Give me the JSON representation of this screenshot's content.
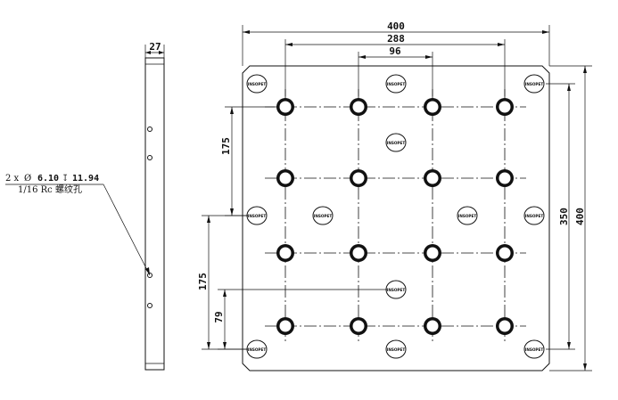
{
  "side_view": {
    "thickness_label": "27"
  },
  "hole_note": {
    "line1_prefix": "2 x",
    "diameter_symbol": "Ø",
    "diameter_value": "6.10",
    "depth_symbol": "↧",
    "depth_value": "11.94",
    "line2": "1/16 Rc 螺纹孔"
  },
  "top_view": {
    "overall_width": "400",
    "outer_hole_span": "288",
    "inner_hole_span": "96",
    "overall_height": "400",
    "mount_span_vertical": "350",
    "left_dim_upper": "175",
    "left_dim_lower": "175",
    "left_dim_small": "79",
    "logo_text": "INSOPET"
  }
}
